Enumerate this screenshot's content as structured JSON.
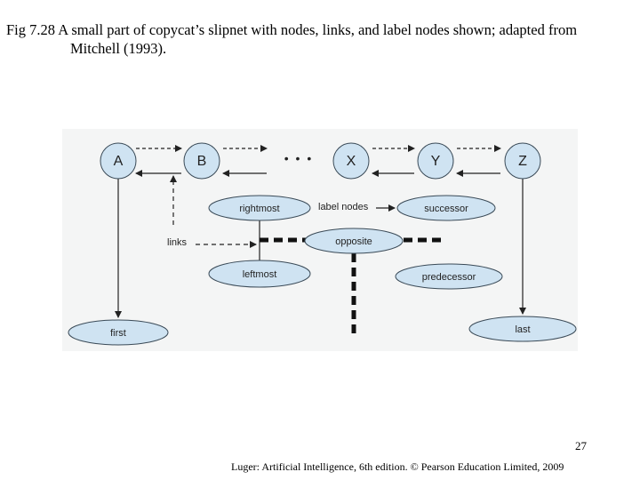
{
  "caption": "Fig 7.28 A small part of copycat’s slipnet with nodes, links, and label nodes shown; adapted from Mitchell (1993).",
  "diagram": {
    "letter_nodes": [
      "A",
      "B",
      "X",
      "Y",
      "Z"
    ],
    "ellipsis": "• • •",
    "concept_nodes": {
      "rightmost": "rightmost",
      "leftmost": "leftmost",
      "opposite": "opposite",
      "successor": "successor",
      "predecessor": "predecessor",
      "first": "first",
      "last": "last"
    },
    "annotations": {
      "label_nodes": "label nodes",
      "links": "links"
    },
    "colors": {
      "node_fill": "#cfe3f2",
      "node_stroke": "#3a4a57",
      "figure_bg": "#f4f5f5"
    }
  },
  "page_number": "27",
  "footer": "Luger: Artificial Intelligence, 6th edition. © Pearson Education Limited, 2009"
}
